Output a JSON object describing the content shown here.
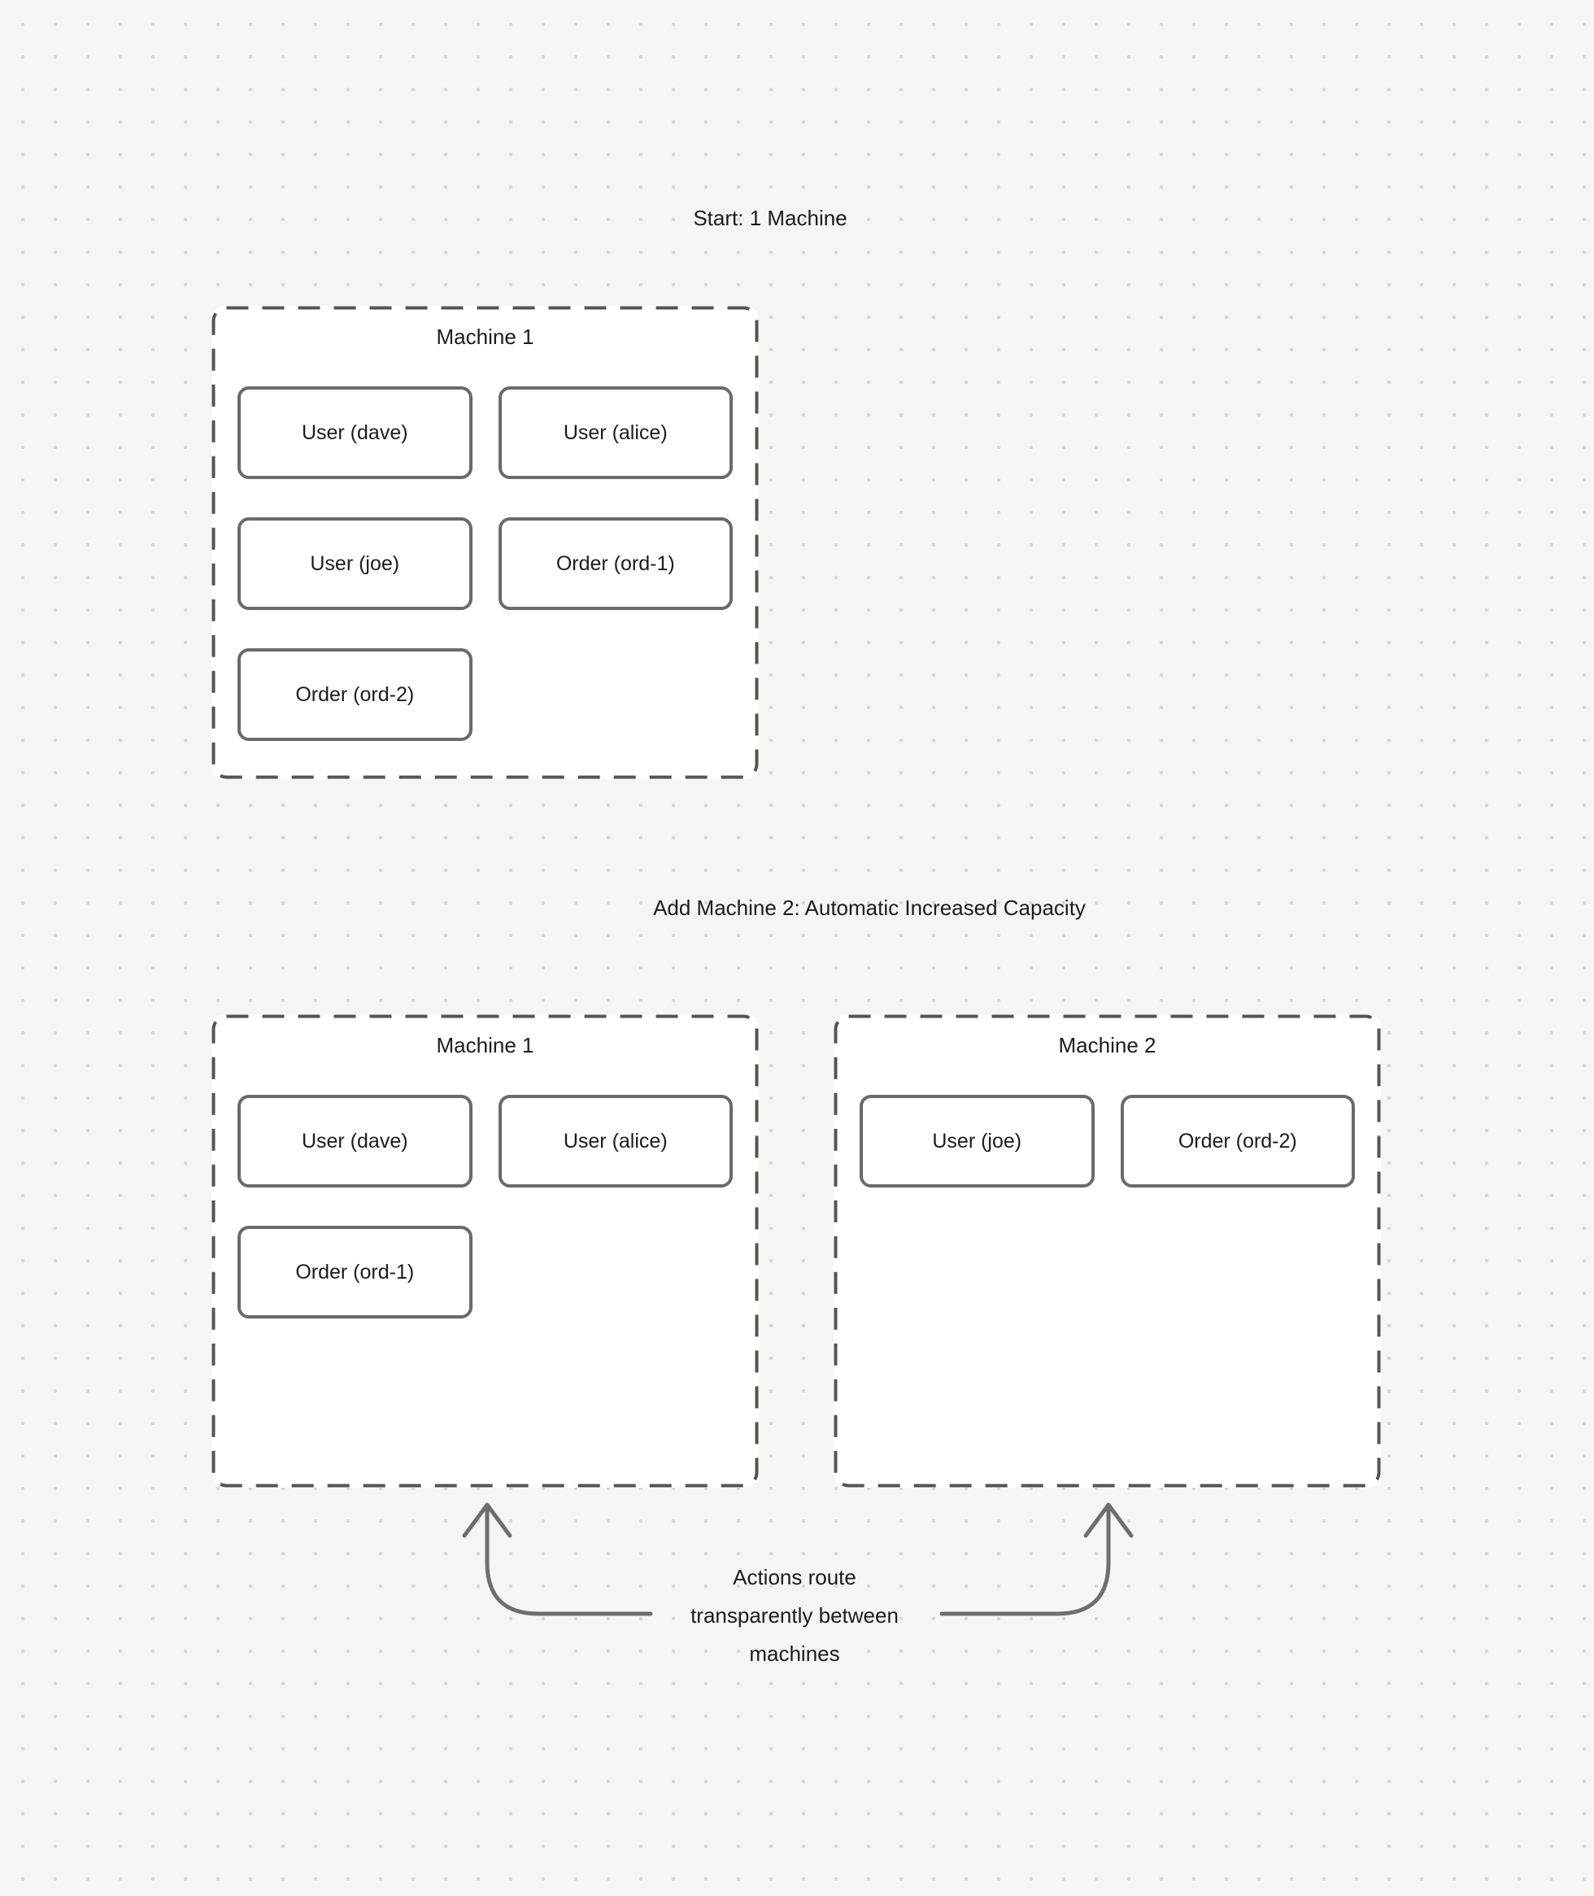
{
  "page": {
    "bg_color": "#f5f5f2",
    "dot_color": "#d8d8d5",
    "machine_border_color": "#545454",
    "node_border_color": "#6a6a6a",
    "connector_color": "#6e6e6e",
    "text_color": "#1c1c1e"
  },
  "sections": [
    {
      "title": "Start: 1 Machine",
      "machines": [
        {
          "label": "Machine 1",
          "nodes": [
            "User (dave)",
            "User (alice)",
            "User (joe)",
            "Order (ord-1)",
            "Order (ord-2)"
          ]
        }
      ]
    },
    {
      "title": "Add Machine 2: Automatic Increased Capacity",
      "machines": [
        {
          "label": "Machine 1",
          "nodes": [
            "User (dave)",
            "User (alice)",
            "Order (ord-1)"
          ]
        },
        {
          "label": "Machine 2",
          "nodes": [
            "User (joe)",
            "Order (ord-2)"
          ]
        }
      ]
    }
  ],
  "caption": {
    "line1": "Actions route",
    "line2": "transparently between",
    "line3": "machines"
  }
}
